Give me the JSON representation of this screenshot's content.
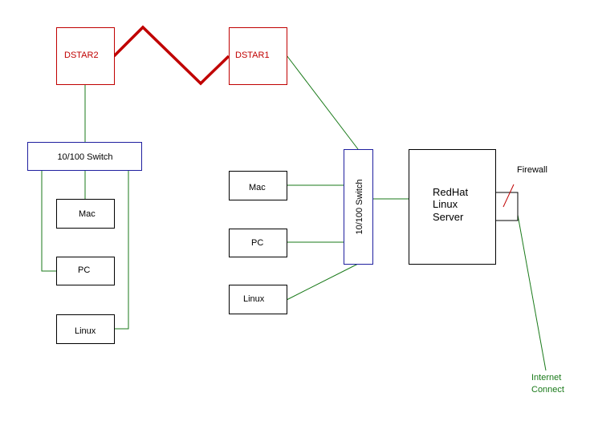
{
  "colors": {
    "background": "#ffffff",
    "node_border_black": "#000000",
    "node_border_red": "#c00000",
    "node_border_blue": "#1f1f9f",
    "red_text": "#c00000",
    "green_link": "#1a7a1a",
    "green_text": "#1a7a1a",
    "radio_link": "#c00000",
    "firewall_mark": "#c00000"
  },
  "labels": {
    "dstar2": "DSTAR2",
    "dstar1": "DSTAR1",
    "switch_left": "10/100 Switch",
    "mac_left": "Mac",
    "pc_left": "PC",
    "linux_left": "Linux",
    "mac_right": "Mac",
    "pc_right": "PC",
    "linux_right": "Linux",
    "switch_right": "10/100 Switch",
    "server_line1": "RedHat",
    "server_line2": "Linux",
    "server_line3": "Server",
    "firewall": "Firewall",
    "internet_line1": "Internet",
    "internet_line2": "Connect"
  }
}
